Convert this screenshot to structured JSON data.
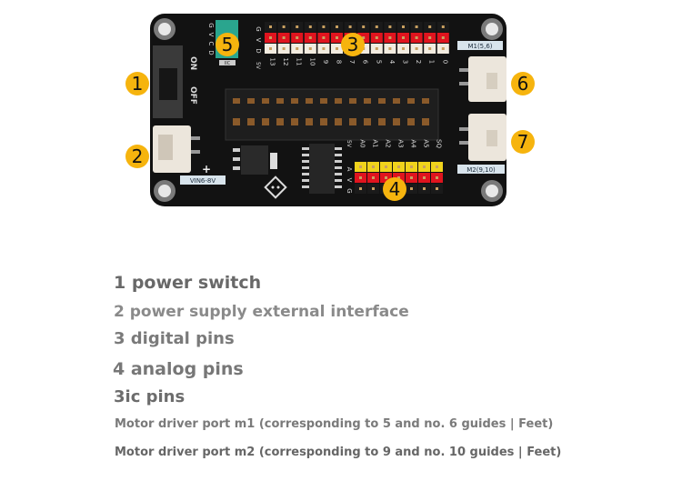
{
  "callouts": [
    "1",
    "2",
    "3",
    "4",
    "5",
    "6",
    "7"
  ],
  "board": {
    "silkscreen": {
      "on": "ON",
      "off": "OFF",
      "vin": "VIN6-8V",
      "m1": "M1(5,6)",
      "m2": "M2(9,10)",
      "digital_rows": [
        "G",
        "V",
        "D"
      ],
      "digital_pins": [
        "13",
        "12",
        "11",
        "10",
        "9",
        "8",
        "7",
        "6",
        "5",
        "4",
        "3",
        "2",
        "1",
        "0"
      ],
      "analog_rows": [
        "G",
        "V",
        "A"
      ],
      "analog_pins": [
        "A0",
        "A1",
        "A2",
        "A3",
        "A4",
        "A5",
        "SQ"
      ],
      "iic_rows": [
        "G",
        "V",
        "C",
        "D"
      ],
      "iic_label": "IIC",
      "five_v": "5V",
      "plus": "+"
    },
    "colors": {
      "pcb": "#111111",
      "red_header": "#e0141e",
      "white_header": "#f2ece0",
      "yellow_header": "#f0d31c",
      "teal_header": "#2aa58e",
      "callout": "#f6b40e"
    }
  },
  "legend": [
    "1 power switch",
    "2 power supply external interface",
    "3 digital pins",
    "4 analog pins",
    "3ic pins",
    "Motor driver port m1 (corresponding to 5 and no. 6 guides | Feet)",
    "Motor driver port m2 (corresponding to 9 and no. 10 guides | Feet)"
  ]
}
